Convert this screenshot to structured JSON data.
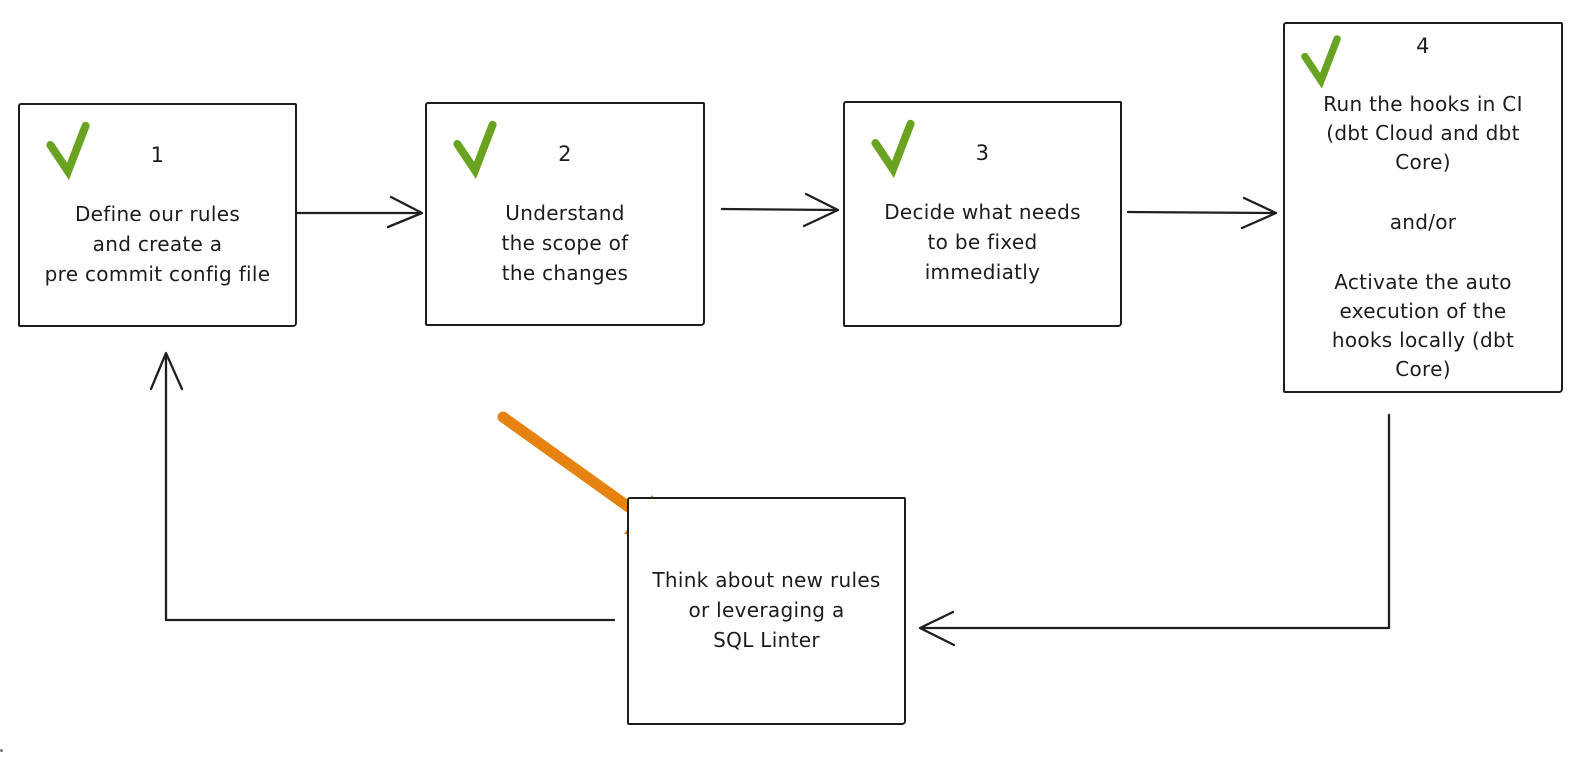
{
  "diagram": {
    "title": "pre-commit workflow loop",
    "background": "#ffffff",
    "colors": {
      "stroke": "#1d1d1d",
      "check_green": "#69a321",
      "highlight_orange": "#e6820f"
    },
    "boxes": {
      "step1": {
        "number": "1",
        "checked": true,
        "lines": [
          "Define our rules",
          "and create a",
          "pre commit config file"
        ]
      },
      "step2": {
        "number": "2",
        "checked": true,
        "lines": [
          "Understand",
          "the scope of",
          "the changes"
        ]
      },
      "step3": {
        "number": "3",
        "checked": true,
        "lines": [
          "Decide what needs",
          "to be fixed",
          "immediatly"
        ]
      },
      "step4": {
        "number": "4",
        "checked": true,
        "lines": [
          "Run the hooks in CI",
          "(dbt Cloud and dbt",
          "Core)",
          "and/or",
          "Activate the auto",
          "execution of the",
          "hooks locally (dbt",
          "Core)"
        ]
      },
      "feedback": {
        "number": "",
        "checked": false,
        "lines": [
          "Think about new rules",
          "or leveraging a",
          "SQL Linter"
        ]
      }
    },
    "edges": [
      {
        "from": "step1",
        "to": "step2",
        "style": "plain"
      },
      {
        "from": "step2",
        "to": "step3",
        "style": "plain"
      },
      {
        "from": "step3",
        "to": "step4",
        "style": "plain"
      },
      {
        "from": "step4",
        "to": "feedback",
        "style": "plain"
      },
      {
        "from": "feedback",
        "to": "step1",
        "style": "plain"
      },
      {
        "from": "",
        "to": "feedback",
        "style": "orange-highlight"
      }
    ]
  }
}
